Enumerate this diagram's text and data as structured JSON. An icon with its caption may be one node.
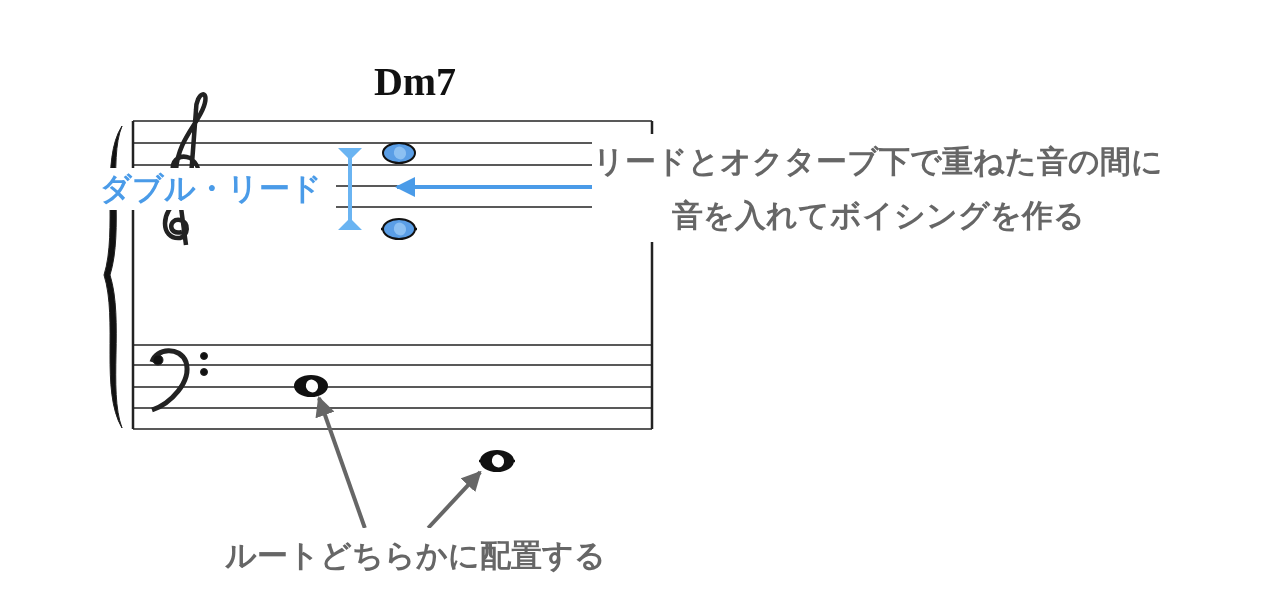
{
  "diagram": {
    "nodes": [
      {
        "text": [
          "リードとオクターブ下で重ねた音の間に音を入れてボイシングを作る"
        ]
      },
      {
        "text": [],
        "shape": "circle"
      },
      {
        "text": [],
        "shape": "circle"
      },
      {
        "text": [
          "ルートどちらかに配置する"
        ]
      }
    ],
    "edges": [
      {
        "from": 0,
        "to": null,
        "arrow": "to",
        "color": "#4a9be8"
      },
      {
        "from": 3,
        "to": 1,
        "arrow": "to"
      },
      {
        "from": 3,
        "to": 2,
        "arrow": "to"
      }
    ],
    "labels": [
      "Dm7",
      "ダブル・リード"
    ]
  }
}
